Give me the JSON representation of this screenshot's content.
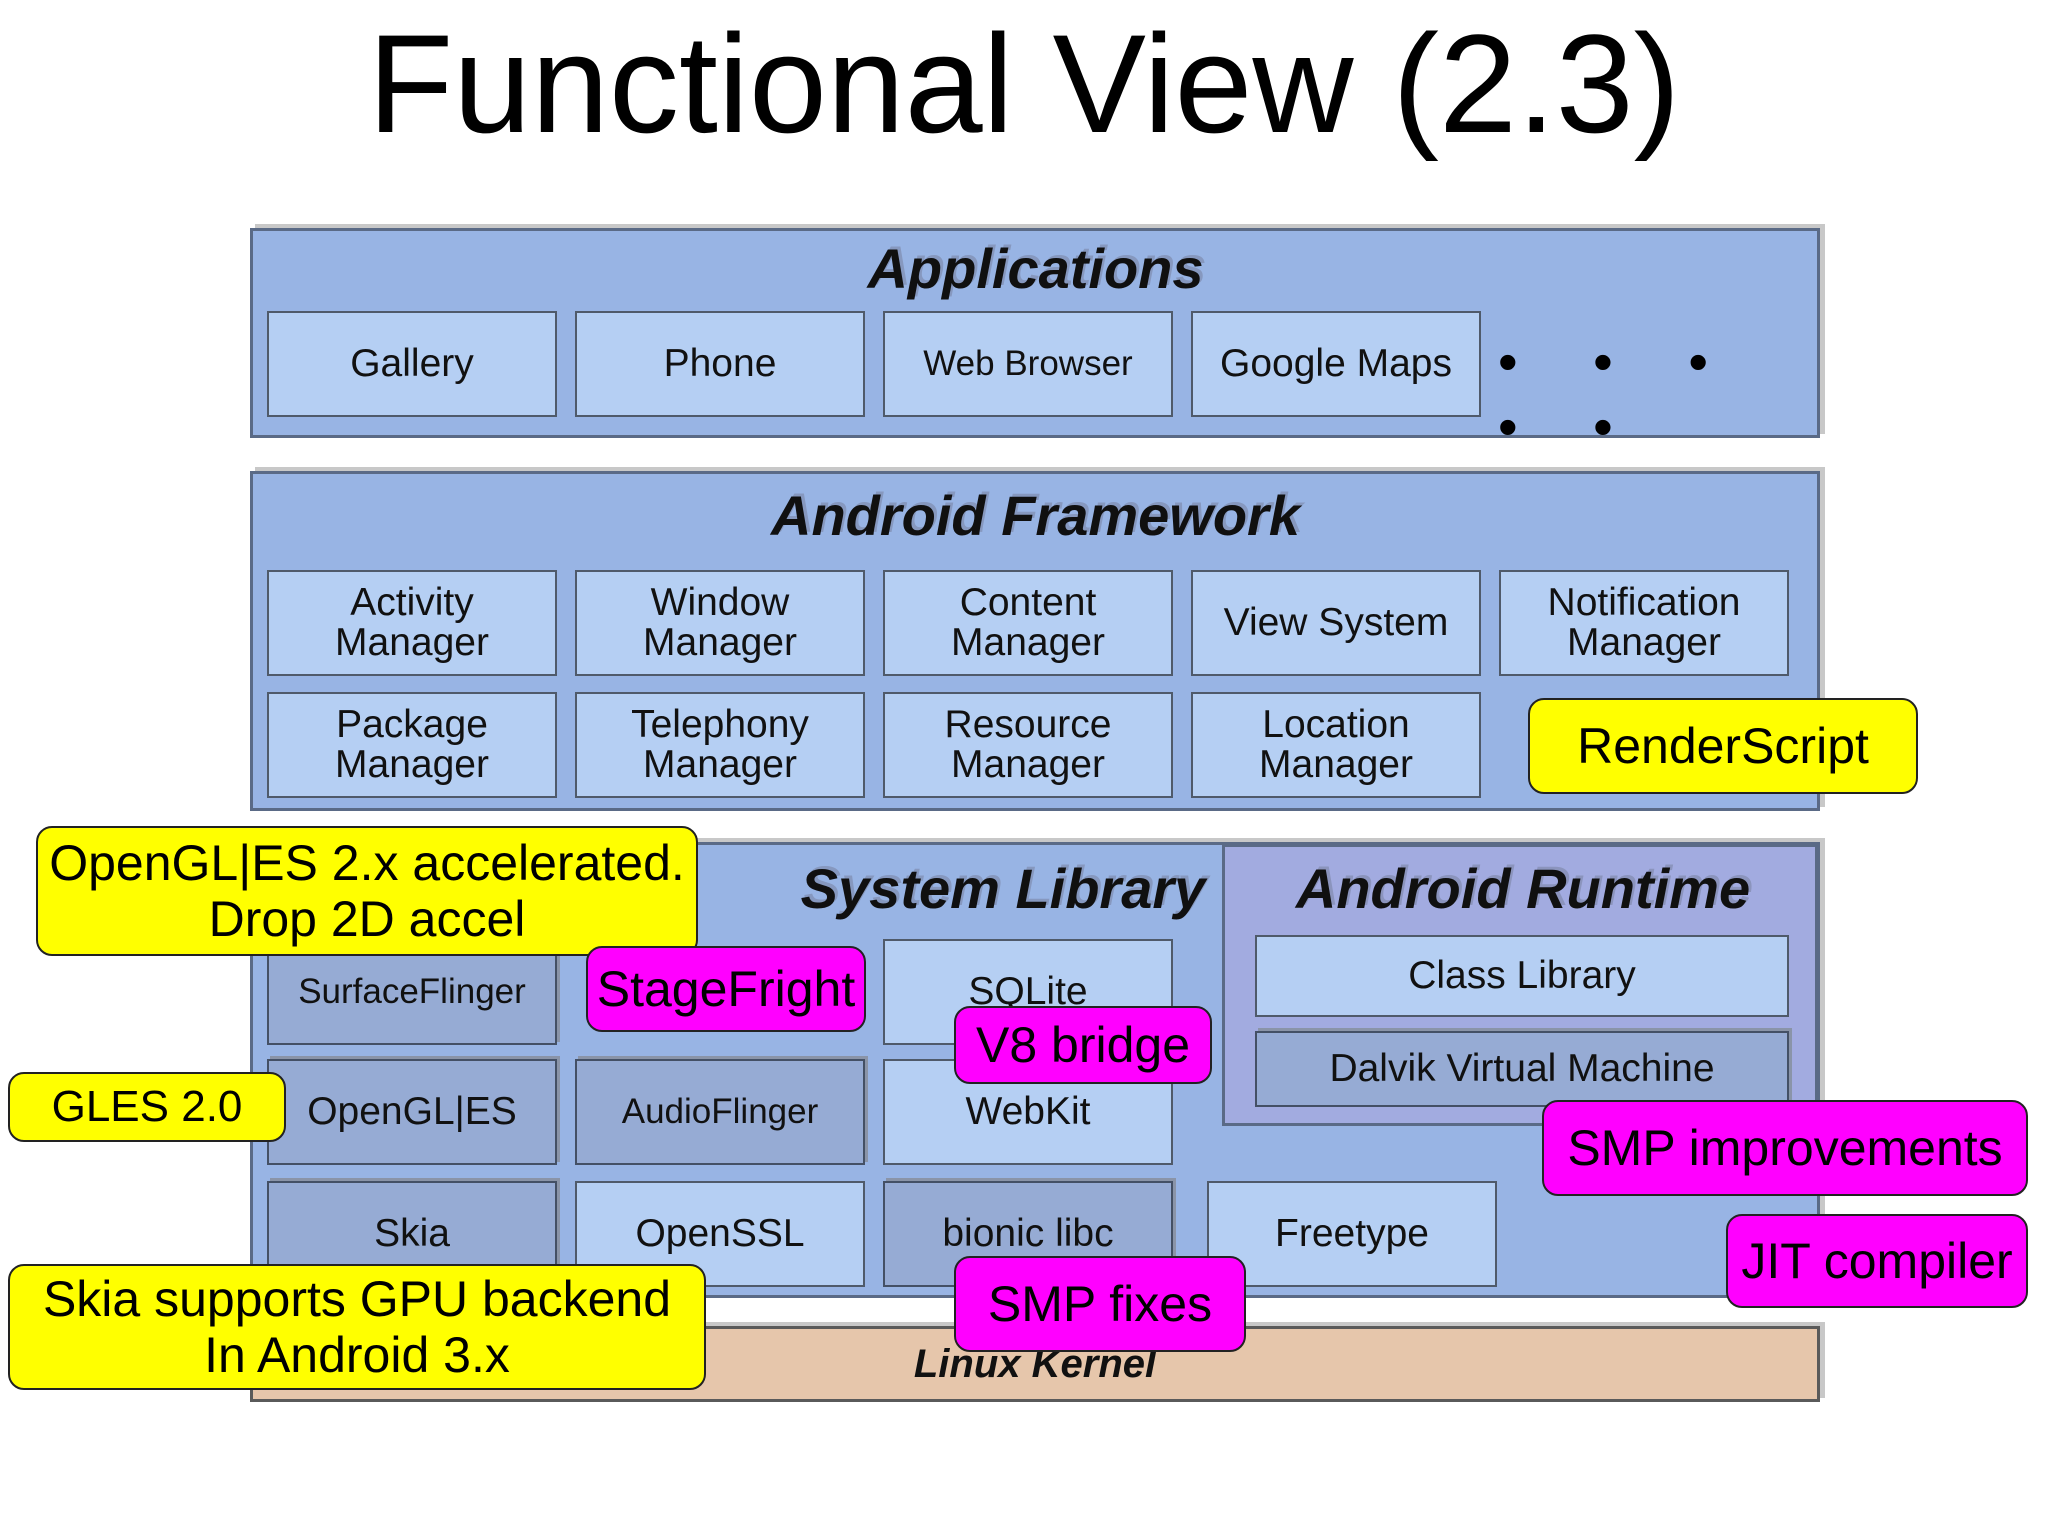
{
  "title": "Functional View (2.3)",
  "applications": {
    "title": "Applications",
    "items": [
      "Gallery",
      "Phone",
      "Web Browser",
      "Google Maps"
    ],
    "more": "• • • • •"
  },
  "framework": {
    "title": "Android Framework",
    "row1": [
      "Activity\nManager",
      "Window\nManager",
      "Content\nManager",
      "View System",
      "Notification\nManager"
    ],
    "row2": [
      "Package\nManager",
      "Telephony\nManager",
      "Resource\nManager",
      "Location\nManager"
    ]
  },
  "system_library": {
    "title": "System Library",
    "surfaceflinger": "SurfaceFlinger",
    "sqlite": "SQLite",
    "opengles": "OpenGL|ES",
    "audioflinger": "AudioFlinger",
    "webkit": "WebKit",
    "skia": "Skia",
    "openssl": "OpenSSL",
    "bionic": "bionic libc",
    "freetype": "Freetype"
  },
  "runtime": {
    "title": "Android Runtime",
    "class_library": "Class Library",
    "dalvik": "Dalvik Virtual Machine"
  },
  "kernel": {
    "title": "Linux Kernel"
  },
  "annotations": {
    "renderscript": "RenderScript",
    "opengl_accel": "OpenGL|ES 2.x accelerated.\nDrop 2D accel",
    "gles": "GLES 2.0",
    "skia_gpu": "Skia supports GPU backend\nIn Android 3.x",
    "stagefright": "StageFright",
    "v8_bridge": "V8 bridge",
    "smp_fixes": "SMP fixes",
    "smp_improvements": "SMP improvements",
    "jit_compiler": "JIT compiler"
  },
  "colors": {
    "layer_blue": "#98b4e4",
    "box_blue": "#b5cff3",
    "runtime_purple": "#a2abe0",
    "kernel_tan": "#e6c6ab",
    "note_yellow": "#ffff00",
    "note_magenta": "#ff00ff"
  }
}
